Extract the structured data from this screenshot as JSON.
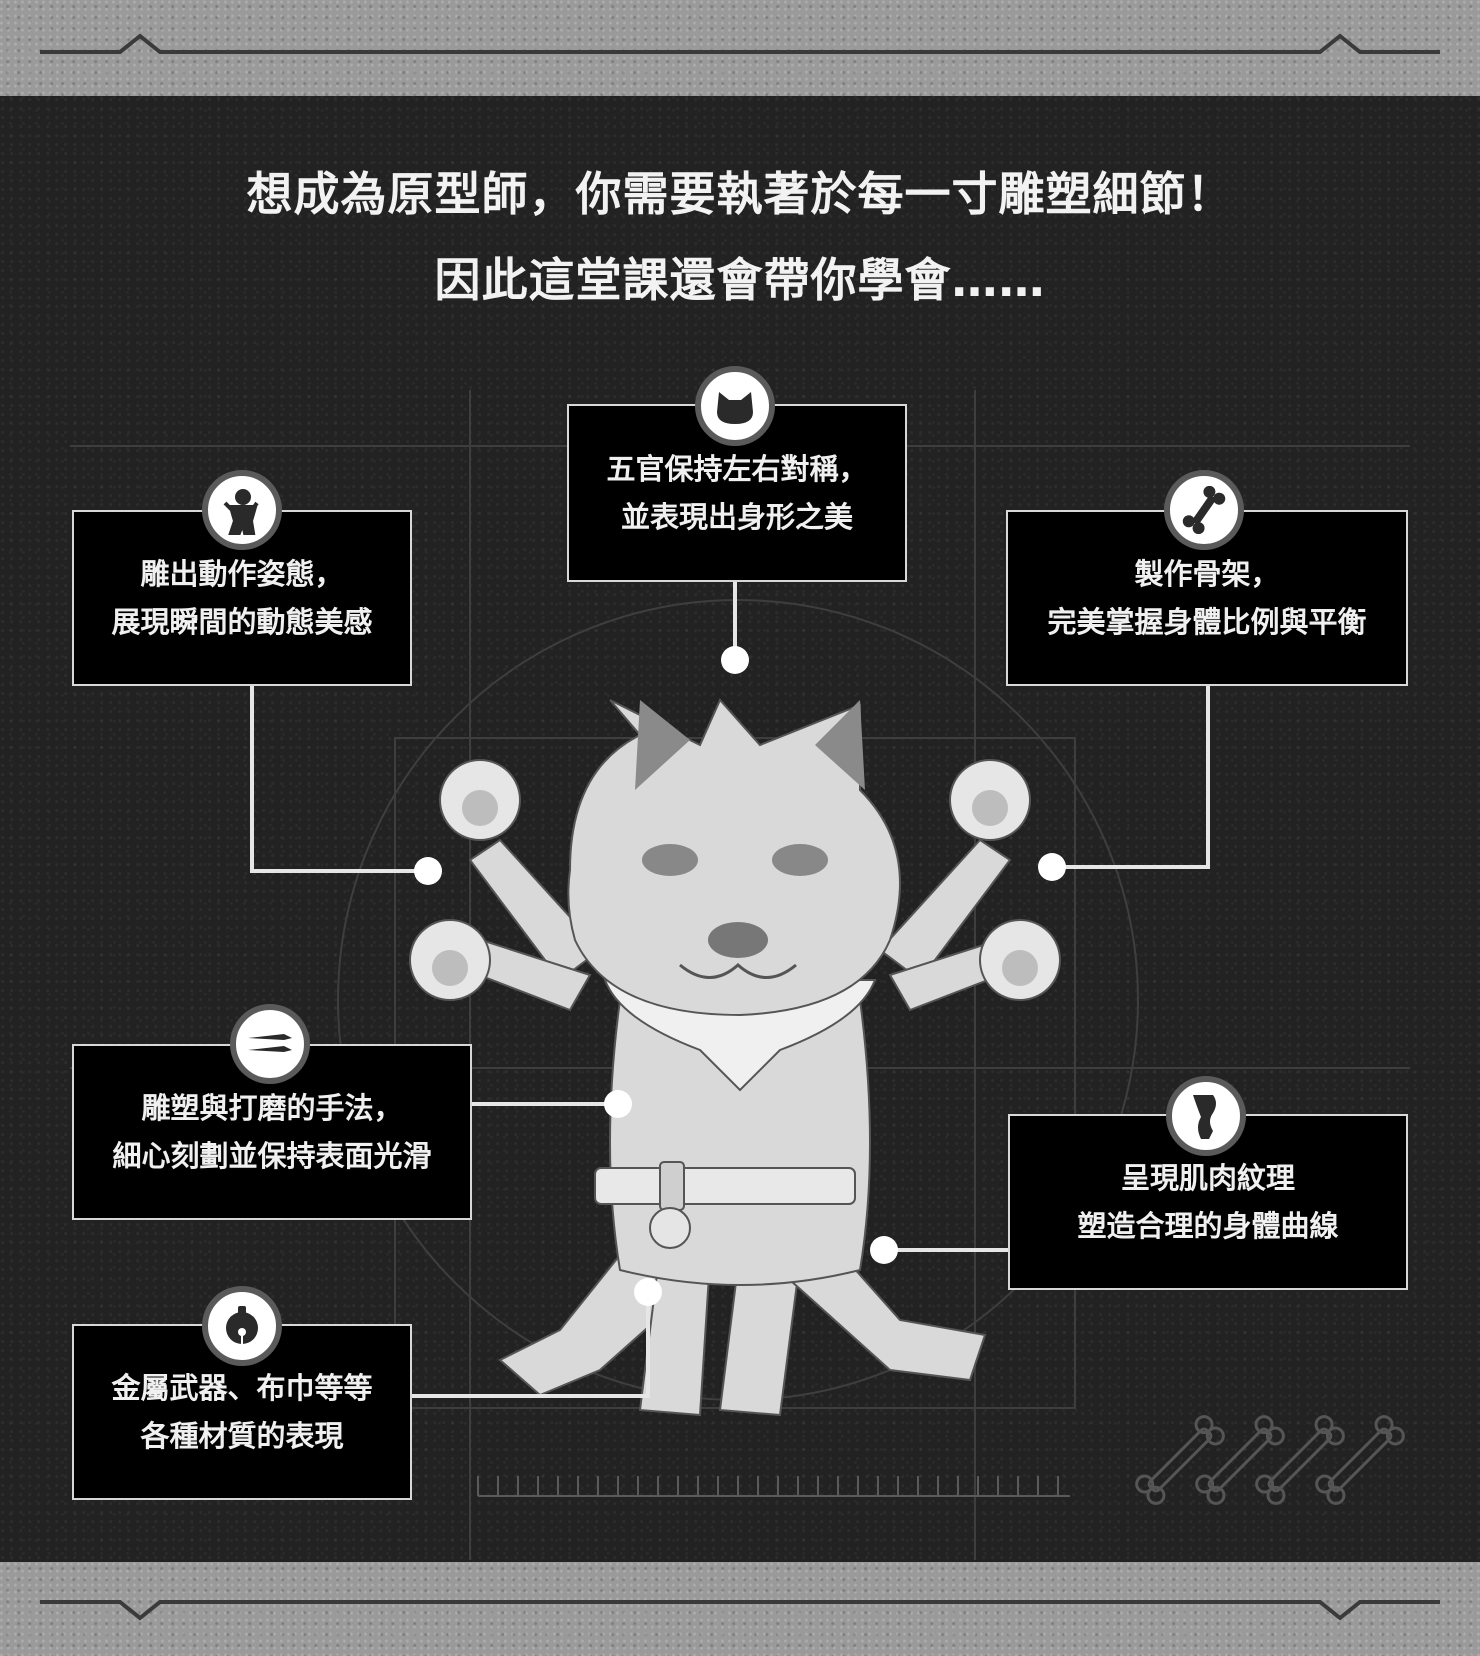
{
  "headline": {
    "line1": "想成為原型師，你需要執著於每一寸雕塑細節！",
    "line2": "因此這堂課還會帶你學會……"
  },
  "features": [
    {
      "id": "symmetry",
      "icon": "cat-face-icon",
      "line1": "五官保持左右對稱，",
      "line2": "並表現出身形之美"
    },
    {
      "id": "pose",
      "icon": "posing-figure-icon",
      "line1": "雕出動作姿態，",
      "line2": "展現瞬間的動態美感"
    },
    {
      "id": "skeleton",
      "icon": "bone-icon",
      "line1": "製作骨架，",
      "line2": "完美掌握身體比例與平衡"
    },
    {
      "id": "sanding",
      "icon": "sculpting-tools-icon",
      "line1": "雕塑與打磨的手法，",
      "line2": "細心刻劃並保持表面光滑"
    },
    {
      "id": "muscle",
      "icon": "leg-muscle-icon",
      "line1": "呈現肌肉紋理",
      "line2": "塑造合理的身體曲線"
    },
    {
      "id": "materials",
      "icon": "bell-icon",
      "line1": "金屬武器、布巾等等",
      "line2": "各種材質的表現"
    }
  ],
  "colors": {
    "background": "#222222",
    "band": "#9a9a9a",
    "box": "#000000",
    "text": "#f0f0f0",
    "figure": "#d9d9d9"
  }
}
